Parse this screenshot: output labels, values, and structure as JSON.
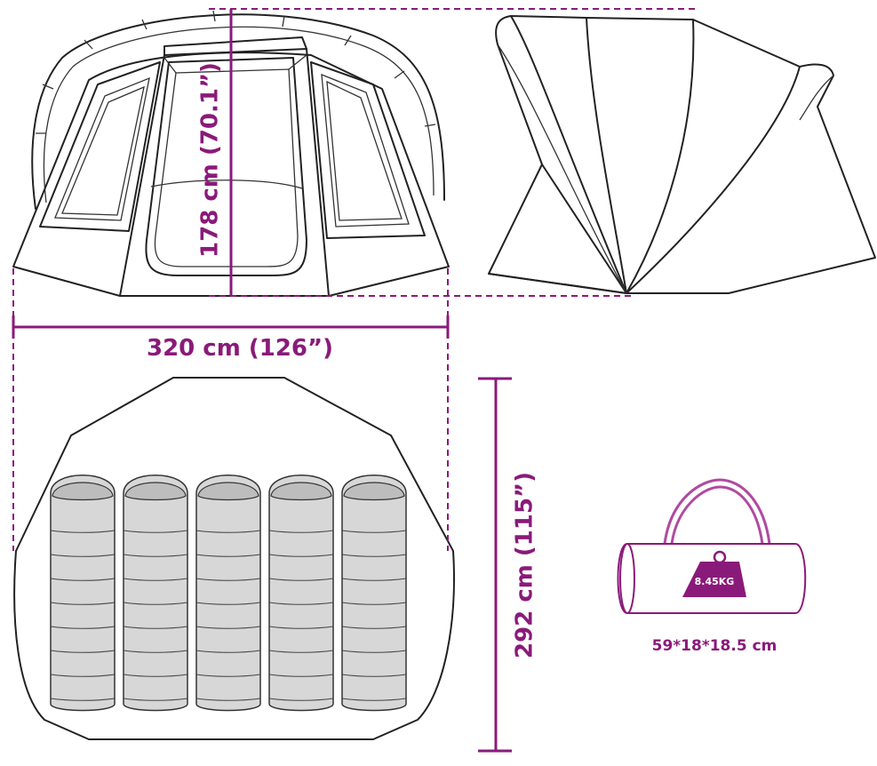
{
  "dimensions": {
    "height": "178 cm (70.1”)",
    "width": "320 cm (126”)",
    "length": "292 cm (115”)"
  },
  "bag": {
    "weight": "8.45KG",
    "size": "59*18*18.5 cm"
  },
  "sleeping_bags": {
    "count": 5
  },
  "colors": {
    "accent": "#8a1a7a",
    "handle": "#b04aa0",
    "bag_fill": "#d7d7d7"
  }
}
